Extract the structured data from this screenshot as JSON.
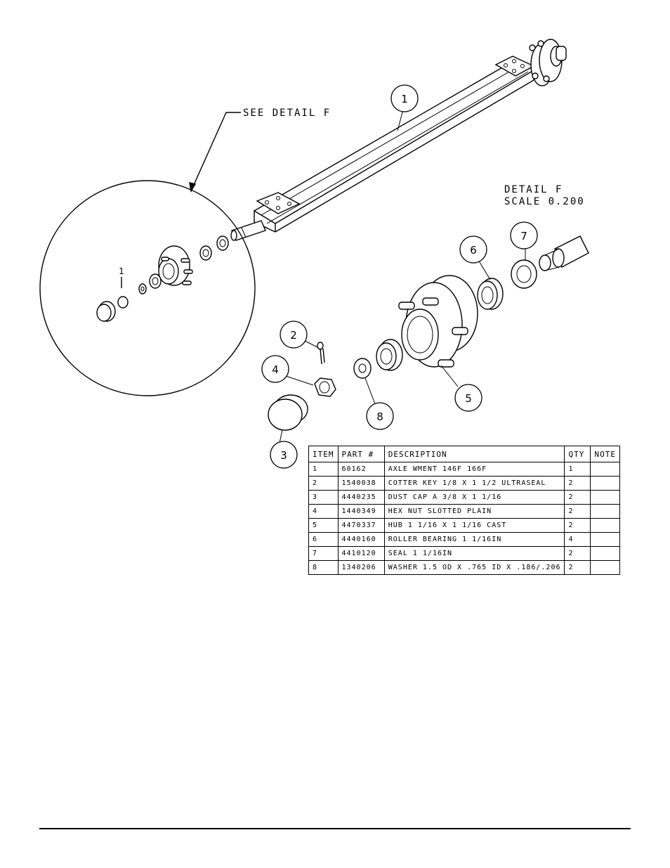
{
  "callouts": {
    "see_detail": "SEE DETAIL  F",
    "detail_title": "DETAIL  F",
    "detail_scale": "SCALE  0.200"
  },
  "balloons": [
    "1",
    "2",
    "3",
    "4",
    "5",
    "6",
    "7",
    "8"
  ],
  "detail_small_label": "1",
  "bom": {
    "headers": [
      "ITEM",
      "PART #",
      "DESCRIPTION",
      "QTY",
      "NOTE"
    ],
    "rows": [
      {
        "item": "1",
        "part": "60162",
        "description": "AXLE WMENT   146F 166F",
        "qty": "1",
        "note": ""
      },
      {
        "item": "2",
        "part": "1540038",
        "description": "COTTER KEY 1/8 X 1 1/2 ULTRASEAL",
        "qty": "2",
        "note": ""
      },
      {
        "item": "3",
        "part": "4440235",
        "description": "DUST CAP A 3/8 X 1 1/16",
        "qty": "2",
        "note": ""
      },
      {
        "item": "4",
        "part": "1440349",
        "description": "HEX NUT SLOTTED PLAIN",
        "qty": "2",
        "note": ""
      },
      {
        "item": "5",
        "part": "4470337",
        "description": "HUB   1 1/16 X 1 1/16 CAST",
        "qty": "2",
        "note": ""
      },
      {
        "item": "6",
        "part": "4440160",
        "description": "ROLLER BEARING   1 1/16IN",
        "qty": "4",
        "note": ""
      },
      {
        "item": "7",
        "part": "4410120",
        "description": "SEAL  1 1/16IN",
        "qty": "2",
        "note": ""
      },
      {
        "item": "8",
        "part": "1340206",
        "description": "WASHER 1.5 OD X .765 ID X .186/.206",
        "qty": "2",
        "note": ""
      }
    ]
  }
}
